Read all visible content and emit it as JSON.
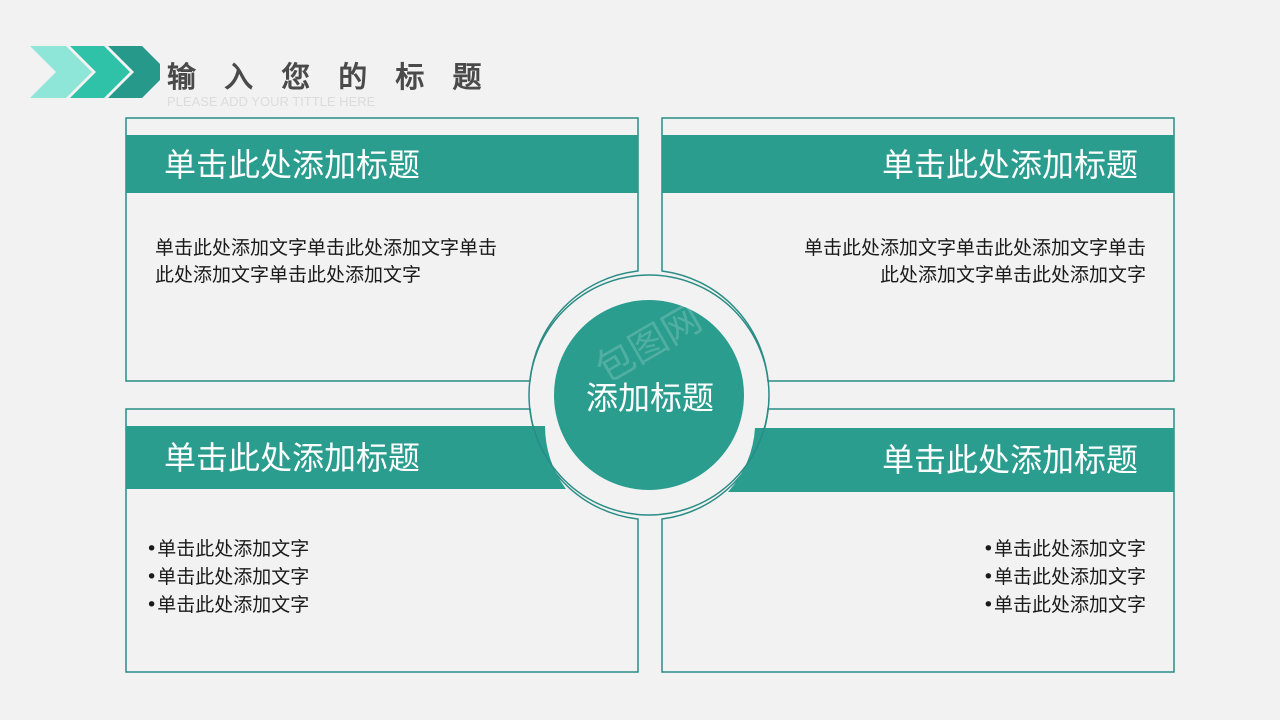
{
  "header": {
    "title": "输 入 您 的 标 题",
    "subtitle": "PLEASE ADD YOUR TITTLE HERE",
    "icon": "chevrons-icon"
  },
  "center": {
    "title": "添加标题",
    "watermark": "包图网"
  },
  "cards": {
    "top_left": {
      "title": "单击此处添加标题",
      "lines": [
        "单击此处添加文字单击此处添加文字单击",
        "此处添加文字单击此处添加文字"
      ]
    },
    "top_right": {
      "title": "单击此处添加标题",
      "lines": [
        "单击此处添加文字单击此处添加文字单击",
        "此处添加文字单击此处添加文字"
      ]
    },
    "bottom_left": {
      "title": "单击此处添加标题",
      "bullets": [
        "•单击此处添加文字",
        "•单击此处添加文字",
        "•单击此处添加文字"
      ]
    },
    "bottom_right": {
      "title": "单击此处添加标题",
      "bullets": [
        "•单击此处添加文字",
        "•单击此处添加文字",
        "•单击此处添加文字"
      ]
    }
  },
  "colors": {
    "accent": "#2a9d8f",
    "frame": "#2a8c84",
    "chevron_light": "#8ee6d8",
    "chevron_mid": "#2fc2a8",
    "chevron_dark": "#26998a",
    "background": "#f2f2f2"
  }
}
